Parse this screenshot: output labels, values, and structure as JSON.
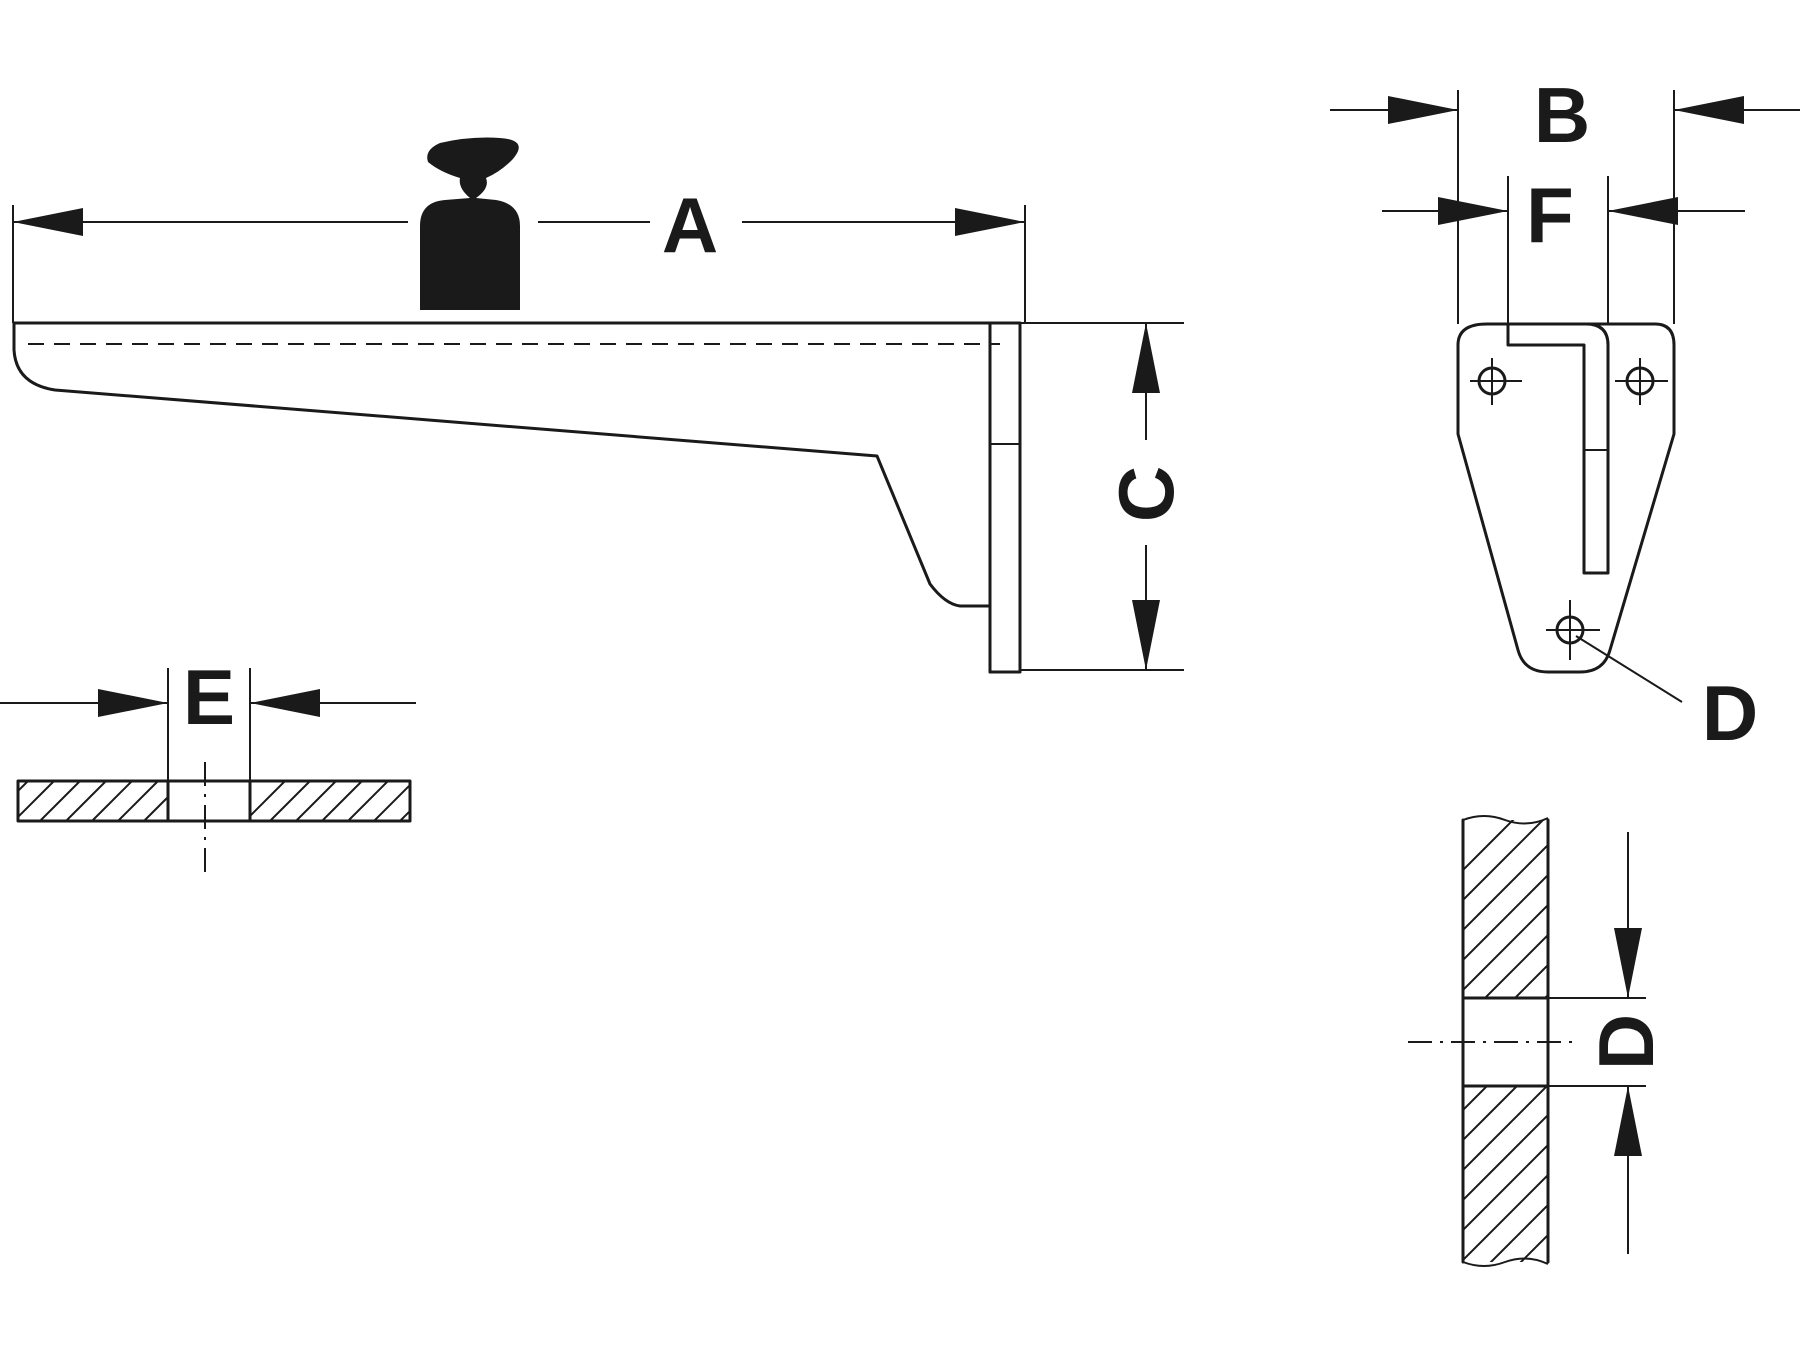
{
  "labels": {
    "A": "A",
    "B": "B",
    "C": "C",
    "D_front": "D",
    "D_section": "D",
    "E": "E",
    "F": "F"
  },
  "colors": {
    "line": "#1a1a1a",
    "background": "#ffffff"
  },
  "icons": {
    "load": "weight-icon"
  }
}
